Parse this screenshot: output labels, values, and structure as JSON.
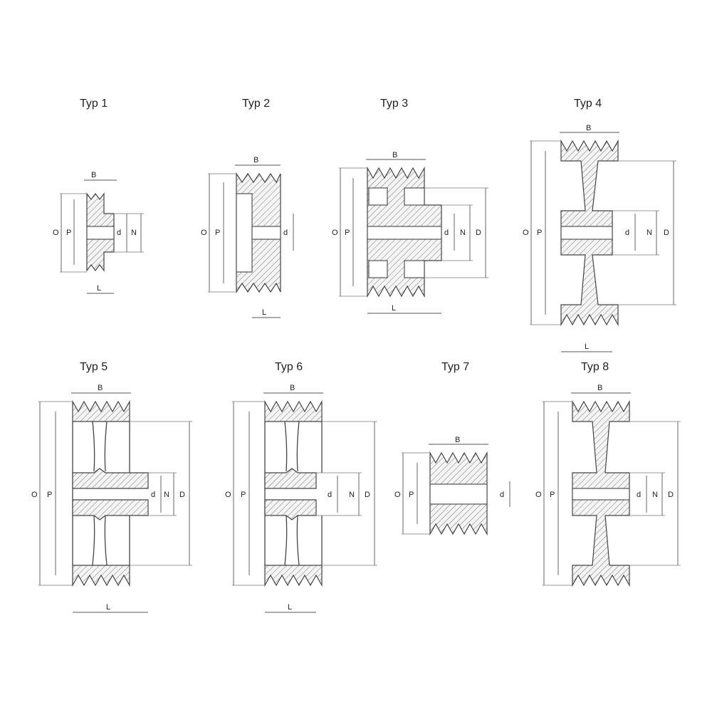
{
  "types": [
    {
      "title": "Typ 1",
      "labels": {
        "B": "B",
        "O": "O",
        "P": "P",
        "d": "d",
        "N": "N",
        "L": "L"
      }
    },
    {
      "title": "Typ 2",
      "labels": {
        "B": "B",
        "O": "O",
        "P": "P",
        "d": "d",
        "L": "L"
      }
    },
    {
      "title": "Typ 3",
      "labels": {
        "B": "B",
        "O": "O",
        "P": "P",
        "d": "d",
        "N": "N",
        "D": "D",
        "L": "L"
      }
    },
    {
      "title": "Typ 4",
      "labels": {
        "B": "B",
        "O": "O",
        "P": "P",
        "d": "d",
        "N": "N",
        "D": "D",
        "L": "L"
      }
    },
    {
      "title": "Typ 5",
      "labels": {
        "B": "B",
        "O": "O",
        "P": "P",
        "d": "d",
        "N": "N",
        "D": "D",
        "L": "L"
      }
    },
    {
      "title": "Typ 6",
      "labels": {
        "B": "B",
        "O": "O",
        "P": "P",
        "d": "d",
        "N": "N",
        "D": "D",
        "L": "L"
      }
    },
    {
      "title": "Typ 7",
      "labels": {
        "B": "B",
        "O": "O",
        "P": "P",
        "d": "d"
      }
    },
    {
      "title": "Typ 8",
      "labels": {
        "B": "B",
        "O": "O",
        "P": "P",
        "d": "d",
        "N": "N",
        "D": "D"
      }
    }
  ]
}
